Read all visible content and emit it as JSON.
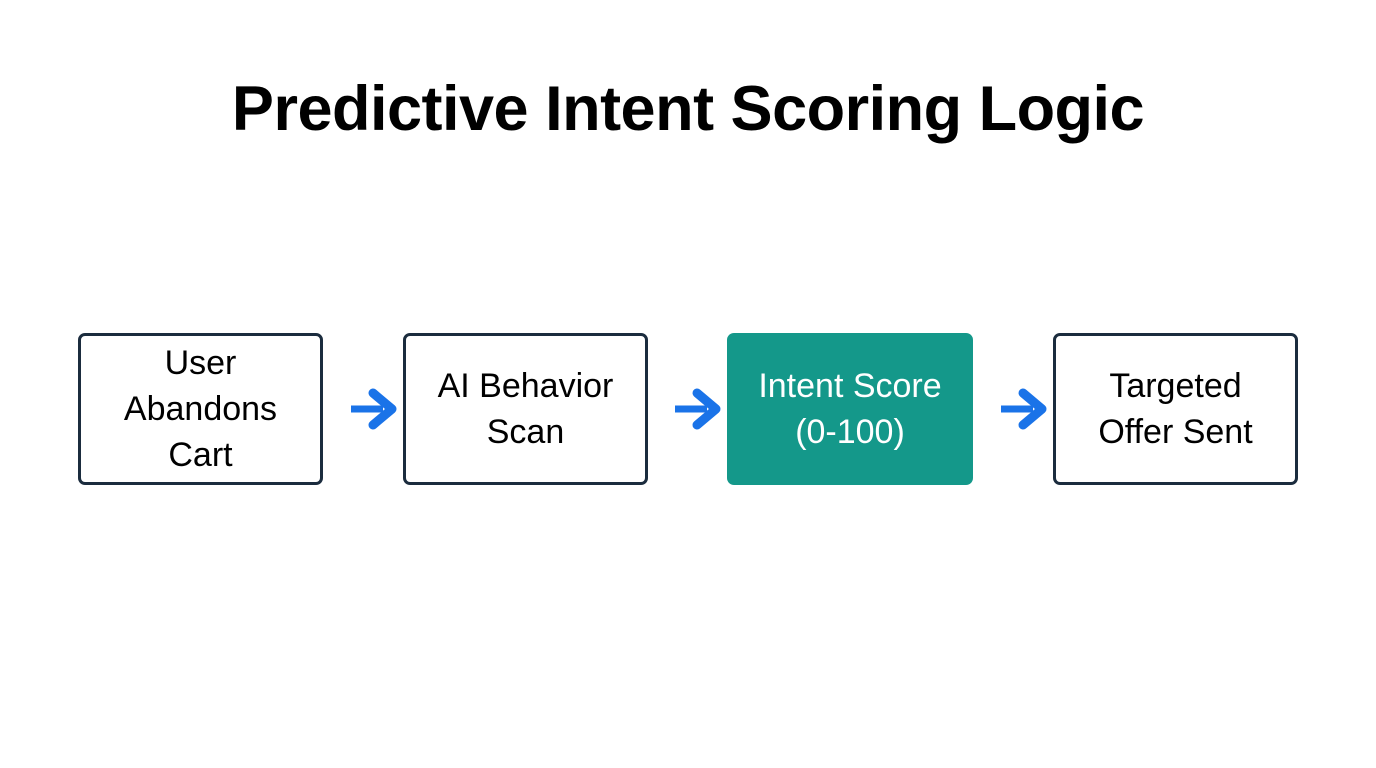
{
  "title": "Predictive Intent Scoring Logic",
  "colors": {
    "background": "#ffffff",
    "node_border": "#1b2c3e",
    "node_fill": "#ffffff",
    "accent_fill": "#14988a",
    "accent_text": "#ffffff",
    "arrow": "#1a73e8",
    "title_text": "#000000",
    "node_text": "#000000"
  },
  "flow": {
    "nodes": [
      {
        "id": "user-abandons-cart",
        "label": "User\nAbandons\nCart",
        "highlighted": false
      },
      {
        "id": "ai-behavior-scan",
        "label": "AI Behavior\nScan",
        "highlighted": false
      },
      {
        "id": "intent-score",
        "label": "Intent Score\n(0-100)",
        "highlighted": true
      },
      {
        "id": "targeted-offer-sent",
        "label": "Targeted\nOffer Sent",
        "highlighted": false
      }
    ],
    "connectors": [
      {
        "id": "connector-1",
        "from": "user-abandons-cart",
        "to": "ai-behavior-scan",
        "icon": "arrow-right-icon"
      },
      {
        "id": "connector-2",
        "from": "ai-behavior-scan",
        "to": "intent-score",
        "icon": "arrow-right-icon"
      },
      {
        "id": "connector-3",
        "from": "intent-score",
        "to": "targeted-offer-sent",
        "icon": "arrow-right-icon"
      }
    ]
  }
}
